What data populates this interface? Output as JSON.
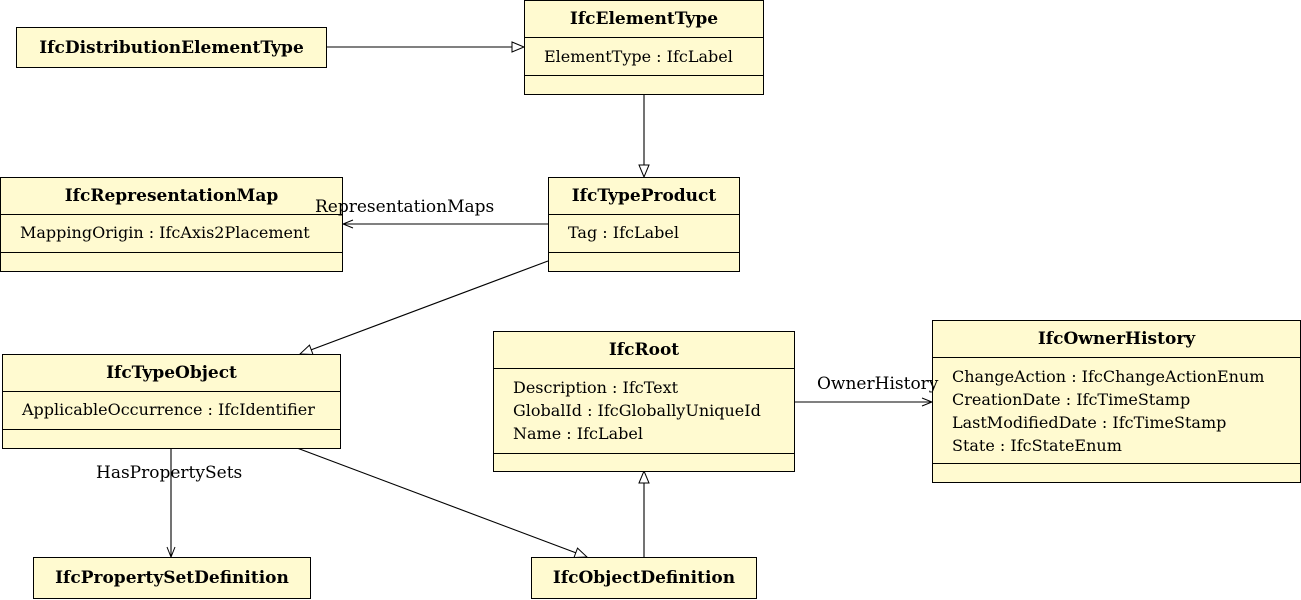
{
  "classes": {
    "distribution_element_type": {
      "name": "IfcDistributionElementType"
    },
    "element_type": {
      "name": "IfcElementType",
      "attributes": [
        "ElementType : IfcLabel"
      ]
    },
    "representation_map": {
      "name": "IfcRepresentationMap",
      "attributes": [
        "MappingOrigin : IfcAxis2Placement"
      ]
    },
    "type_product": {
      "name": "IfcTypeProduct",
      "attributes": [
        "Tag : IfcLabel"
      ]
    },
    "type_object": {
      "name": "IfcTypeObject",
      "attributes": [
        "ApplicableOccurrence : IfcIdentifier"
      ]
    },
    "root": {
      "name": "IfcRoot",
      "attributes": [
        "Description : IfcText",
        "GlobalId : IfcGloballyUniqueId",
        "Name : IfcLabel"
      ]
    },
    "owner_history": {
      "name": "IfcOwnerHistory",
      "attributes": [
        "ChangeAction : IfcChangeActionEnum",
        "CreationDate : IfcTimeStamp",
        "LastModifiedDate : IfcTimeStamp",
        "State : IfcStateEnum"
      ]
    },
    "property_set_definition": {
      "name": "IfcPropertySetDefinition"
    },
    "object_definition": {
      "name": "IfcObjectDefinition"
    }
  },
  "associations": {
    "representation_maps": "RepresentationMaps",
    "owner_history": "OwnerHistory",
    "has_property_sets": "HasPropertySets"
  }
}
